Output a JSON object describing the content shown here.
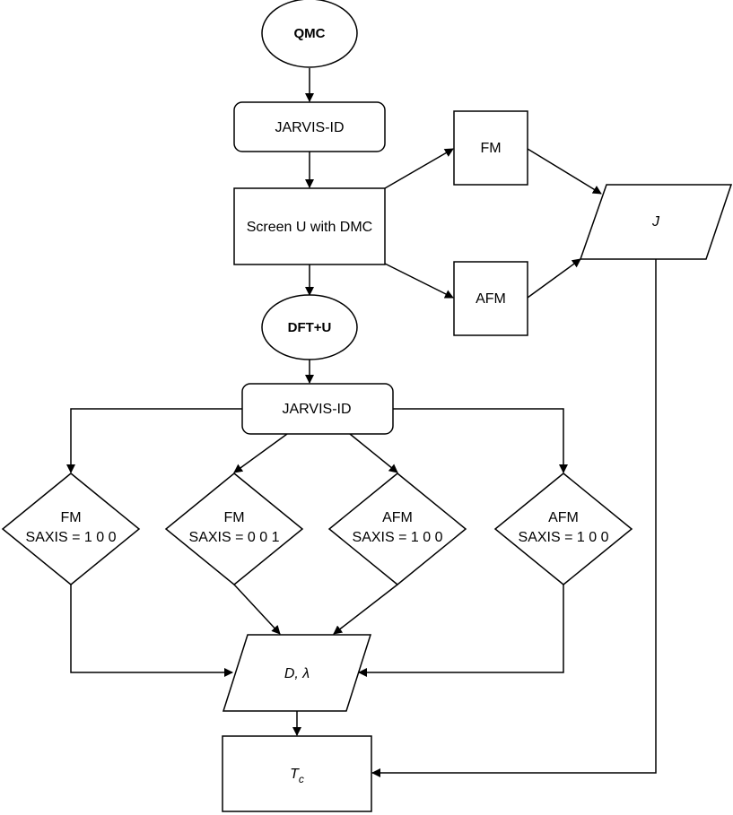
{
  "nodes": {
    "qmc": "QMC",
    "jarvis_top": "JARVIS-ID",
    "screen_u": "Screen U with DMC",
    "fm_top": "FM",
    "afm_top": "AFM",
    "j": "J",
    "dftu": "DFT+U",
    "jarvis_mid": "JARVIS-ID",
    "d1": {
      "line1": "FM",
      "line2": "SAXIS = 1 0 0"
    },
    "d2": {
      "line1": "FM",
      "line2": "SAXIS = 0 0 1"
    },
    "d3": {
      "line1": "AFM",
      "line2": "SAXIS = 1 0 0"
    },
    "d4": {
      "line1": "AFM",
      "line2": "SAXIS = 1 0 0"
    },
    "d_lambda": "D, λ",
    "tc_main": "T",
    "tc_sub": "c"
  }
}
